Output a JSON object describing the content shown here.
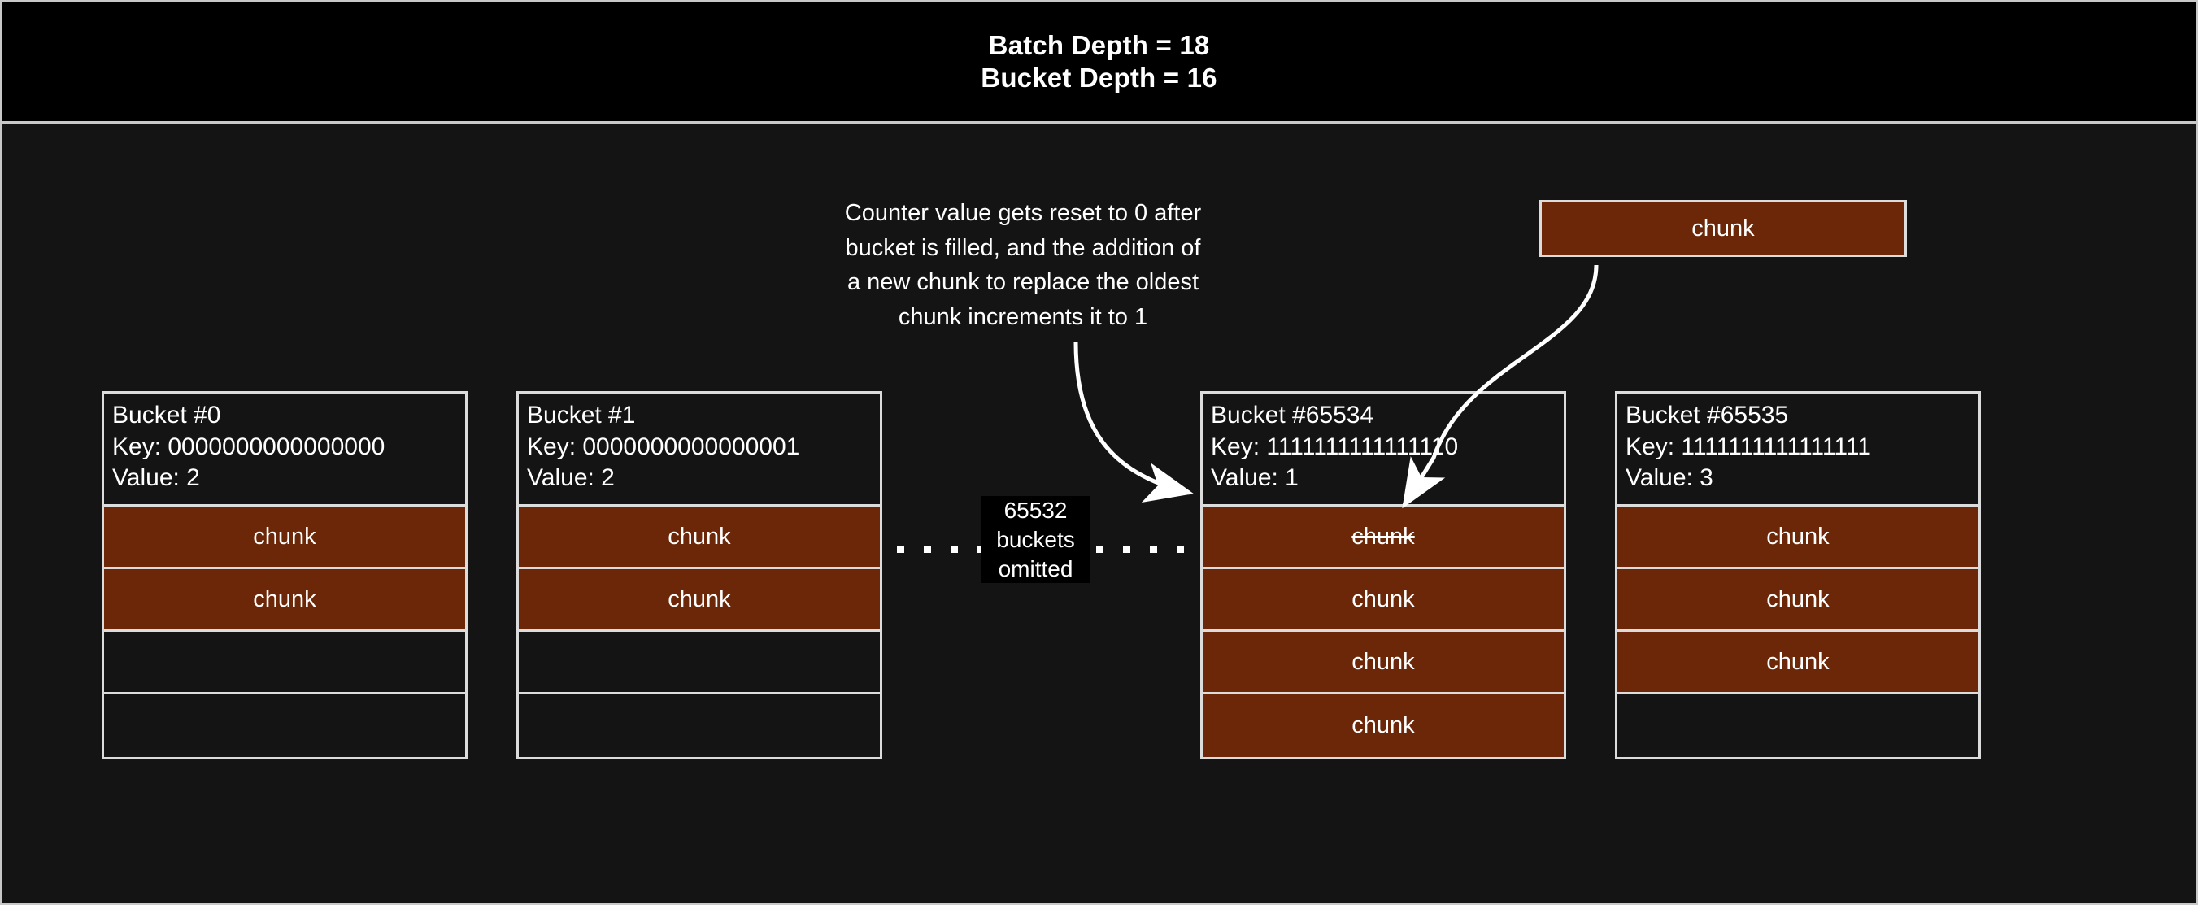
{
  "header": {
    "line1": "Batch Depth = 18",
    "line2": "Bucket Depth = 16"
  },
  "annotation": {
    "line1": "Counter value gets reset to 0 after",
    "line2": "bucket is filled, and the addition of",
    "line3": "a new chunk to replace the oldest",
    "line4": "chunk increments it to 1"
  },
  "floating_chunk": {
    "label": "chunk"
  },
  "omitted": {
    "line1": "65532",
    "line2": "buckets",
    "line3": "omitted"
  },
  "buckets": [
    {
      "title": "Bucket #0",
      "key": "Key: 0000000000000000",
      "value": "Value: 2",
      "slots": [
        {
          "label": "chunk",
          "filled": true,
          "struck": false
        },
        {
          "label": "chunk",
          "filled": true,
          "struck": false
        },
        {
          "label": "",
          "filled": false,
          "struck": false
        },
        {
          "label": "",
          "filled": false,
          "struck": false
        }
      ]
    },
    {
      "title": "Bucket #1",
      "key": "Key: 0000000000000001",
      "value": "Value: 2",
      "slots": [
        {
          "label": "chunk",
          "filled": true,
          "struck": false
        },
        {
          "label": "chunk",
          "filled": true,
          "struck": false
        },
        {
          "label": "",
          "filled": false,
          "struck": false
        },
        {
          "label": "",
          "filled": false,
          "struck": false
        }
      ]
    },
    {
      "title": "Bucket #65534",
      "key": "Key: 1111111111111110",
      "value": "Value: 1",
      "slots": [
        {
          "label": "chunk",
          "filled": true,
          "struck": true
        },
        {
          "label": "chunk",
          "filled": true,
          "struck": false
        },
        {
          "label": "chunk",
          "filled": true,
          "struck": false
        },
        {
          "label": "chunk",
          "filled": true,
          "struck": false
        }
      ]
    },
    {
      "title": "Bucket #65535",
      "key": "Key: 1111111111111111",
      "value": "Value: 3",
      "slots": [
        {
          "label": "chunk",
          "filled": true,
          "struck": false
        },
        {
          "label": "chunk",
          "filled": true,
          "struck": false
        },
        {
          "label": "chunk",
          "filled": true,
          "struck": false
        },
        {
          "label": "",
          "filled": false,
          "struck": false
        }
      ]
    }
  ],
  "colors": {
    "chunk_fill": "#6b2708",
    "border": "#dcdcdc",
    "header_bg": "#000000",
    "body_bg": "#141414",
    "text": "#ffffff"
  }
}
